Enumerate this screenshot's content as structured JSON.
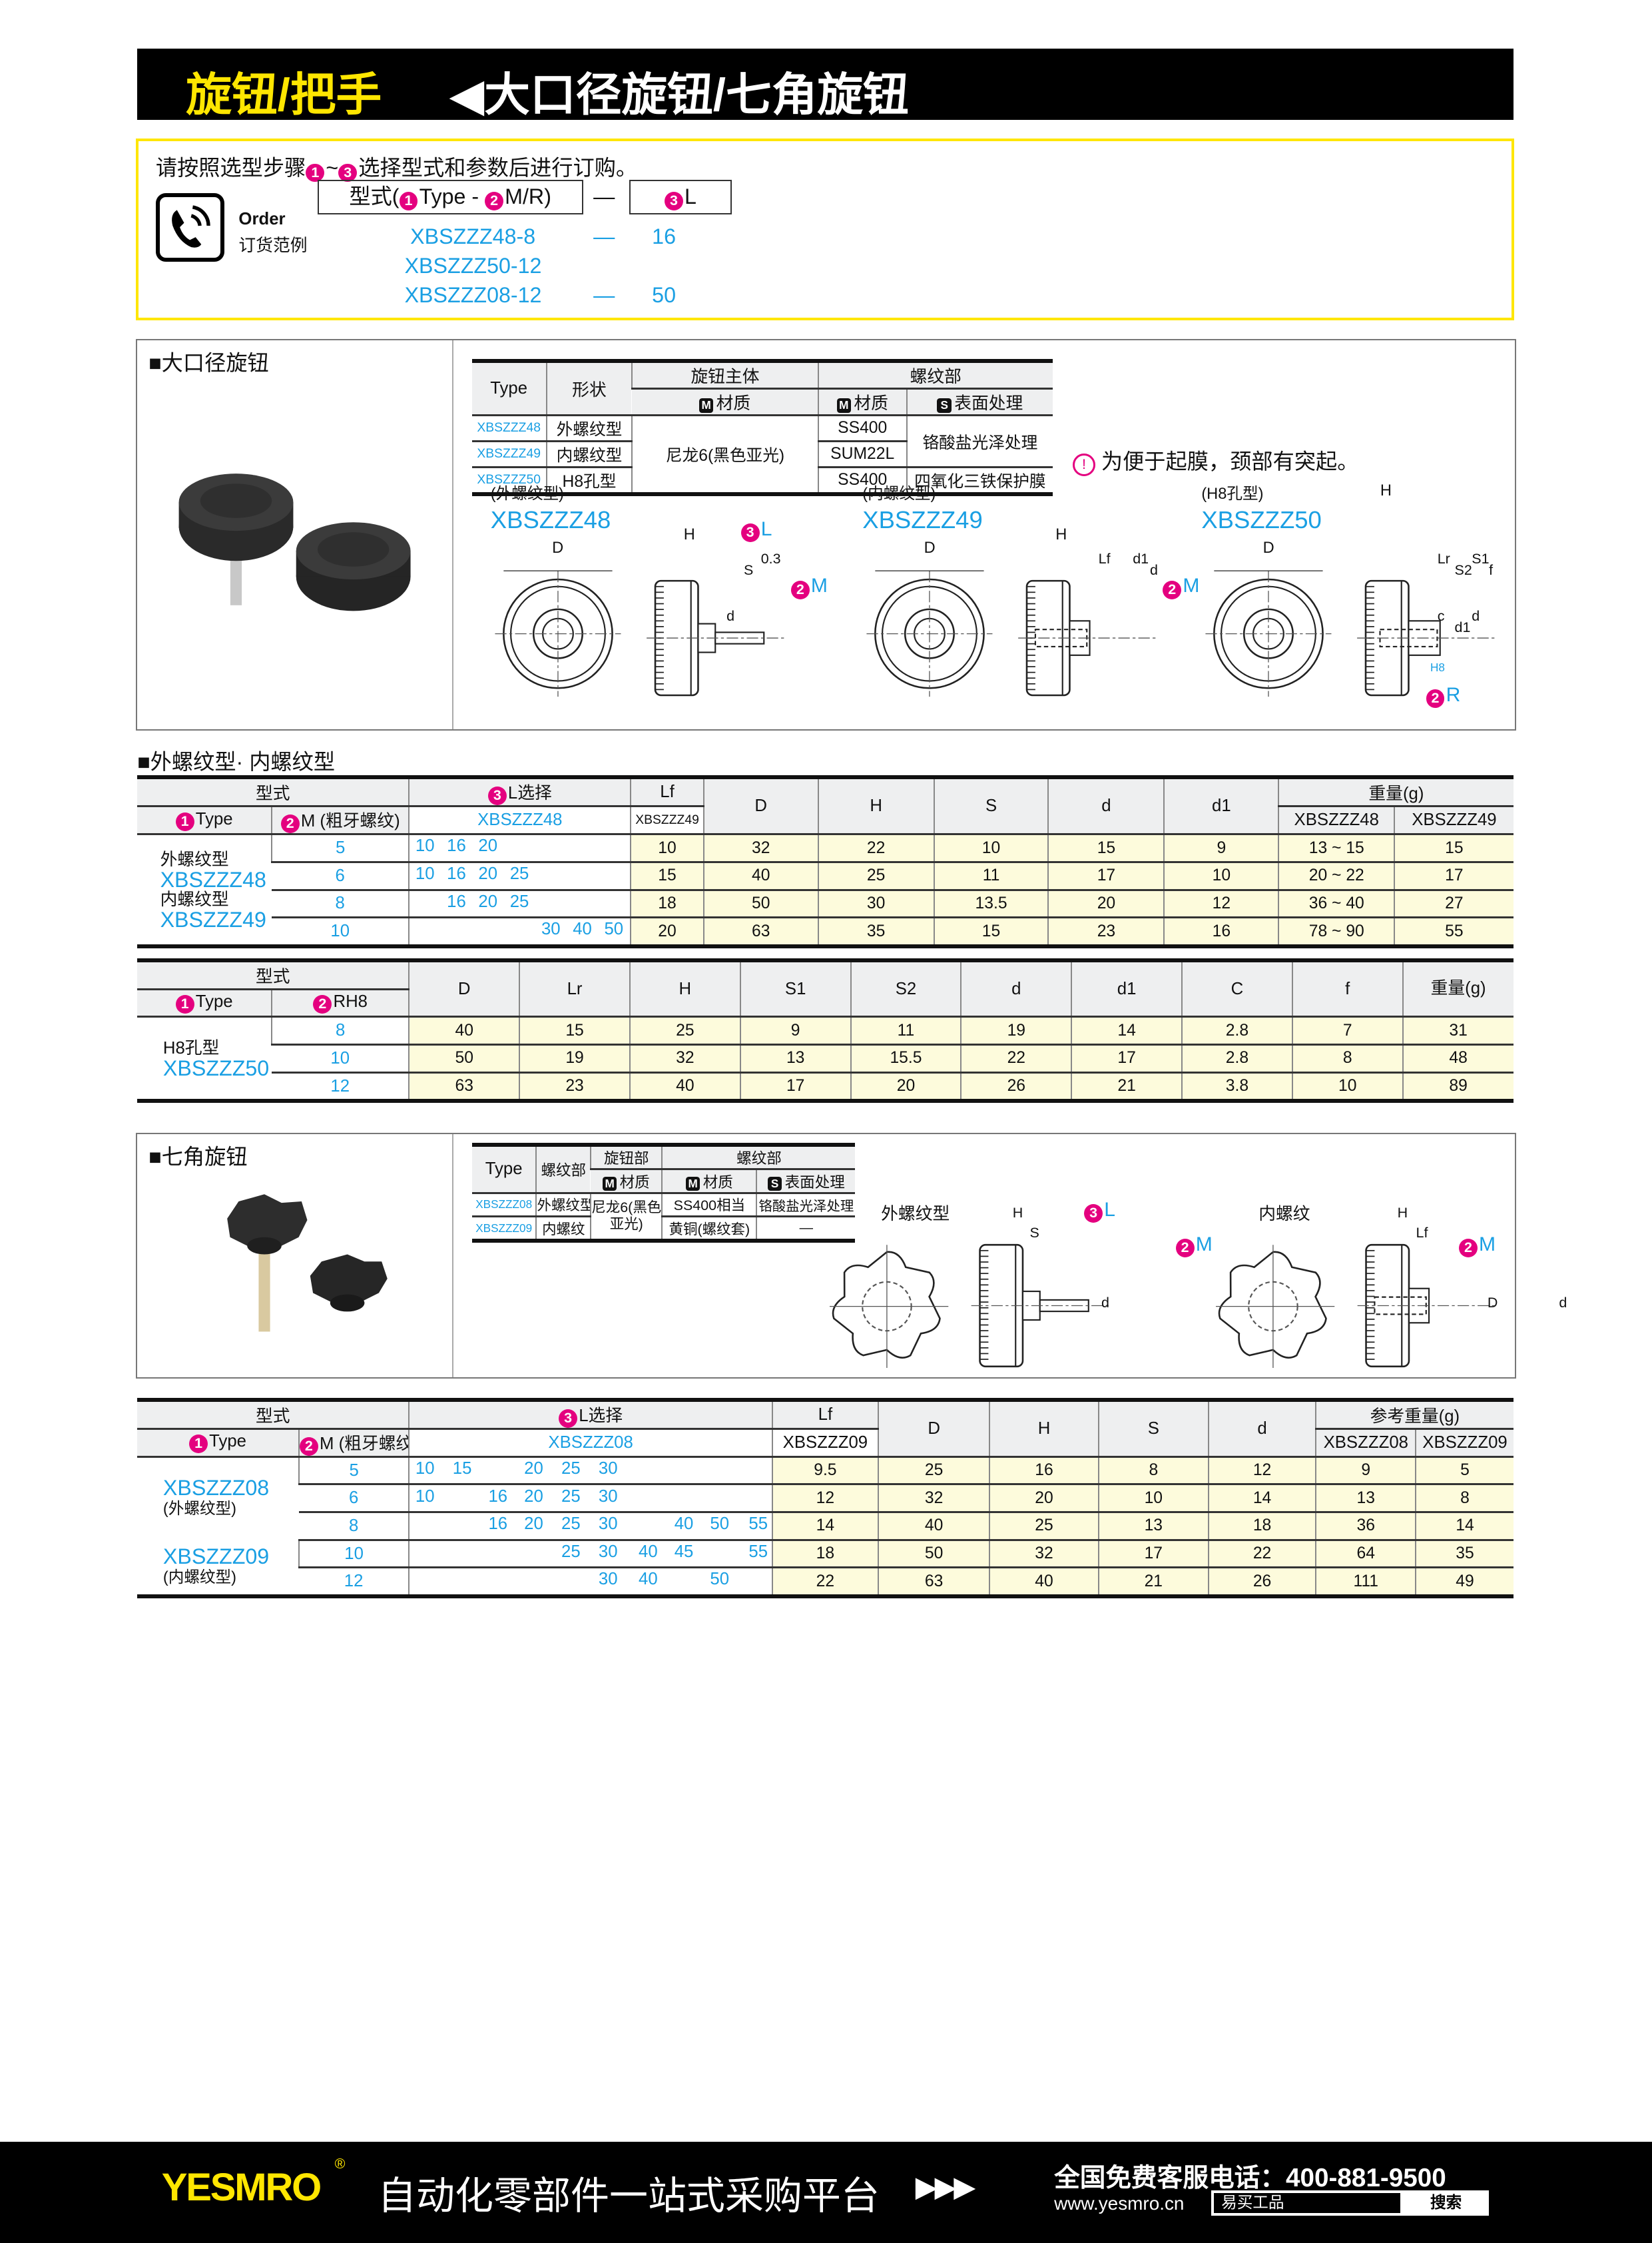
{
  "header": {
    "category": "旋钮/把手",
    "title": "◀大口径旋钮/七角旋钮"
  },
  "order": {
    "instruction_pre": "请按照选型步骤",
    "instruction_mid": "~",
    "instruction_post": "选择型式和参数后进行订购。",
    "step1": "1",
    "step2": "2",
    "step3": "3",
    "icon_label_en": "Order",
    "icon_label_cn": "订货范例",
    "format_pre": "型式(",
    "format_type": "Type - ",
    "format_mr": "M/R)",
    "format_dash": "—",
    "format_l": "L",
    "examples": [
      {
        "code": "XBSZZZ48-8",
        "dash": "—",
        "l": "16"
      },
      {
        "code": "XBSZZZ50-12",
        "dash": "",
        "l": ""
      },
      {
        "code": "XBSZZZ08-12",
        "dash": "—",
        "l": "50"
      }
    ]
  },
  "sec1": {
    "title": "■大口径旋钮",
    "spec_headers": {
      "type": "Type",
      "shape": "形状",
      "body": "旋钮主体",
      "thread": "螺纹部",
      "material": "材质",
      "surface": "表面处理",
      "m": "M",
      "s": "S"
    },
    "spec_rows": [
      {
        "type": "XBSZZZ48",
        "shape": "外螺纹型",
        "body": "尼龙6(黑色亚光)",
        "mat": "SS400",
        "surf": "铬酸盐光泽处理"
      },
      {
        "type": "XBSZZZ49",
        "shape": "内螺纹型",
        "mat": "SUM22L"
      },
      {
        "type": "XBSZZZ50",
        "shape": "H8孔型",
        "mat": "SS400",
        "surf": "四氧化三铁保护膜"
      }
    ],
    "note": "为便于起膜，颈部有突起。",
    "note_icon": "!",
    "drawings": [
      {
        "kind": "(外螺纹型)",
        "code": "XBSZZZ48",
        "labels": {
          "D": "D",
          "H": "H",
          "L": "L",
          "S": "S",
          "s03": "0.3",
          "M": "M",
          "d": "d"
        }
      },
      {
        "kind": "(内螺纹型)",
        "code": "XBSZZZ49",
        "labels": {
          "D": "D",
          "H": "H",
          "Lf": "Lf",
          "M": "M",
          "d1": "d1",
          "d": "d"
        }
      },
      {
        "kind": "(H8孔型)",
        "code": "XBSZZZ50",
        "labels": {
          "D": "D",
          "H": "H",
          "Lr": "Lr",
          "S2": "S2",
          "S1": "S1",
          "f": "f",
          "c": "c",
          "d1": "d1",
          "d": "d",
          "R": "R",
          "H8": "H8"
        }
      }
    ]
  },
  "table1": {
    "title": "■外螺纹型· 内螺纹型",
    "h": {
      "model": "型式",
      "lsel": "L选择",
      "lf": "Lf",
      "D": "D",
      "H": "H",
      "S": "S",
      "d": "d",
      "d1": "d1",
      "weight": "重量(g)",
      "type": "Type",
      "m": "M (粗牙螺纹)",
      "l48": "XBSZZZ48",
      "lf49": "XBSZZZ49",
      "w48": "XBSZZZ48",
      "w49": "XBSZZZ49"
    },
    "type_lines": [
      "外螺纹型",
      "XBSZZZ48",
      "内螺纹型",
      "XBSZZZ49"
    ],
    "rows": [
      {
        "m": "5",
        "l": [
          10,
          16,
          20,
          null,
          null,
          null,
          null
        ],
        "lf": "10",
        "D": "32",
        "H": "22",
        "S": "10",
        "d": "15",
        "d1": "9",
        "w48": "13 ~ 15",
        "w49": "15"
      },
      {
        "m": "6",
        "l": [
          10,
          16,
          20,
          25,
          null,
          null,
          null
        ],
        "lf": "15",
        "D": "40",
        "H": "25",
        "S": "11",
        "d": "17",
        "d1": "10",
        "w48": "20 ~ 22",
        "w49": "17"
      },
      {
        "m": "8",
        "l": [
          null,
          16,
          20,
          25,
          null,
          null,
          null
        ],
        "lf": "18",
        "D": "50",
        "H": "30",
        "S": "13.5",
        "d": "20",
        "d1": "12",
        "w48": "36 ~ 40",
        "w49": "27"
      },
      {
        "m": "10",
        "l": [
          null,
          null,
          null,
          null,
          30,
          40,
          50
        ],
        "lf": "20",
        "D": "63",
        "H": "35",
        "S": "15",
        "d": "23",
        "d1": "16",
        "w48": "78 ~ 90",
        "w49": "55"
      }
    ]
  },
  "table2": {
    "h": {
      "model": "型式",
      "type": "Type",
      "r": "RH8",
      "cols": [
        "D",
        "Lr",
        "H",
        "S1",
        "S2",
        "d",
        "d1",
        "C",
        "f"
      ],
      "weight": "重量(g)"
    },
    "type_lines": [
      "H8孔型",
      "XBSZZZ50"
    ],
    "rows": [
      {
        "r": "8",
        "v": [
          "40",
          "15",
          "25",
          "9",
          "11",
          "19",
          "14",
          "2.8",
          "7",
          "31"
        ]
      },
      {
        "r": "10",
        "v": [
          "50",
          "19",
          "32",
          "13",
          "15.5",
          "22",
          "17",
          "2.8",
          "8",
          "48"
        ]
      },
      {
        "r": "12",
        "v": [
          "63",
          "23",
          "40",
          "17",
          "20",
          "26",
          "21",
          "3.8",
          "10",
          "89"
        ]
      }
    ]
  },
  "sec2": {
    "title": "■七角旋钮",
    "spec_headers": {
      "type": "Type",
      "thread": "螺纹部",
      "knob": "旋钮部",
      "thread2": "螺纹部",
      "material": "材质",
      "surface": "表面处理",
      "m": "M",
      "s": "S"
    },
    "spec_rows": [
      {
        "type": "XBSZZZ08",
        "thread": "外螺纹型",
        "knob": "尼龙6(黑色亚光)",
        "mat": "SS400相当",
        "surf": "铬酸盐光泽处理"
      },
      {
        "type": "XBSZZZ09",
        "thread": "内螺纹",
        "mat": "黄铜(螺纹套)",
        "surf": "—"
      }
    ],
    "drawings": [
      {
        "kind": "外螺纹型",
        "labels": {
          "H": "H",
          "S": "S",
          "L": "L",
          "M": "M",
          "d": "d"
        }
      },
      {
        "kind": "内螺纹",
        "labels": {
          "H": "H",
          "Lf": "Lf",
          "M": "M",
          "D": "D",
          "d": "d"
        }
      }
    ]
  },
  "table3": {
    "h": {
      "model": "型式",
      "lsel": "L选择",
      "lf": "Lf",
      "D": "D",
      "H": "H",
      "S": "S",
      "d": "d",
      "weight": "参考重量(g)",
      "type": "Type",
      "m": "M (粗牙螺纹)",
      "l08": "XBSZZZ08",
      "lf09": "XBSZZZ09",
      "w08": "XBSZZZ08",
      "w09": "XBSZZZ09"
    },
    "type_groups": [
      {
        "code": "XBSZZZ08",
        "kind": "(外螺纹型)"
      },
      {
        "code": "XBSZZZ09",
        "kind": "(内螺纹型)"
      }
    ],
    "rows": [
      {
        "m": "5",
        "l": [
          10,
          15,
          null,
          20,
          25,
          30,
          null,
          null,
          null,
          null
        ],
        "lf": "9.5",
        "D": "25",
        "H": "16",
        "S": "8",
        "d": "12",
        "w08": "9",
        "w09": "5"
      },
      {
        "m": "6",
        "l": [
          10,
          null,
          16,
          20,
          25,
          30,
          null,
          null,
          null,
          null
        ],
        "lf": "12",
        "D": "32",
        "H": "20",
        "S": "10",
        "d": "14",
        "w08": "13",
        "w09": "8"
      },
      {
        "m": "8",
        "l": [
          null,
          null,
          16,
          20,
          25,
          30,
          null,
          40,
          50,
          55
        ],
        "lf": "14",
        "D": "40",
        "H": "25",
        "S": "13",
        "d": "18",
        "w08": "36",
        "w09": "14"
      },
      {
        "m": "10",
        "l": [
          null,
          null,
          null,
          null,
          25,
          30,
          40,
          45,
          null,
          55
        ],
        "lf": "18",
        "D": "50",
        "H": "32",
        "S": "17",
        "d": "22",
        "w08": "64",
        "w09": "35"
      },
      {
        "m": "12",
        "l": [
          null,
          null,
          null,
          null,
          null,
          30,
          40,
          null,
          50,
          null
        ],
        "lf": "22",
        "D": "63",
        "H": "40",
        "S": "21",
        "d": "26",
        "w08": "111",
        "w09": "49"
      }
    ]
  },
  "footer": {
    "brand": "YESMRO",
    "reg": "®",
    "slogan": "自动化零部件一站式采购平台",
    "arrows": "▶▶▶",
    "phone": "全国免费客服电话：400-881-9500",
    "url": "www.yesmro.cn",
    "search_value": "易买工品",
    "search_button": "搜索"
  },
  "colors": {
    "accent_blue": "#1a9fe3",
    "step_magenta": "#e4007f",
    "brand_yellow": "#ffe600",
    "cell_yellow": "#fdfbdc"
  }
}
